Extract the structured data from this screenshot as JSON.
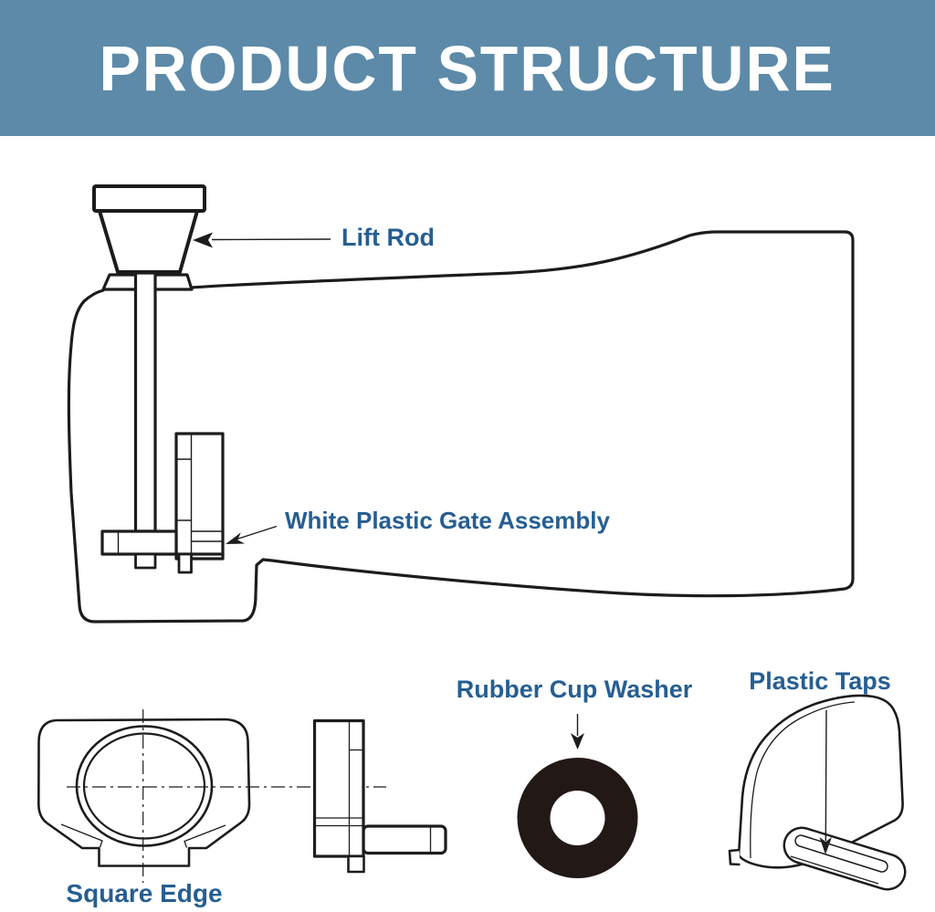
{
  "banner": {
    "title": "PRODUCT STRUCTURE"
  },
  "colors": {
    "banner_bg": "#5c8aa8",
    "banner_text": "#ffffff",
    "label_blue": "#265e92",
    "line": "#1c1c1c",
    "washer_fill": "#221815"
  },
  "diagram": {
    "labels": {
      "lift_rod": "Lift Rod",
      "gate_assembly": "White Plastic Gate Assembly"
    }
  },
  "parts": {
    "square_edge": {
      "label": "Square Edge"
    },
    "rubber_cup_washer": {
      "label": "Rubber Cup Washer"
    },
    "plastic_taps": {
      "label": "Plastic Taps"
    }
  }
}
